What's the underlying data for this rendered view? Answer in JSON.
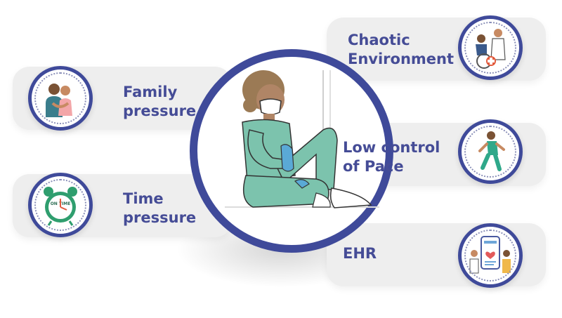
{
  "factors": [
    {
      "id": "family",
      "label": "Family\npressure",
      "icon": "family-hug-icon"
    },
    {
      "id": "time",
      "label": "Time\npressure",
      "icon": "alarm-clock-icon",
      "clock_text": "ON TIME"
    },
    {
      "id": "chaotic",
      "label": "Chaotic\nEnvironment",
      "icon": "doctor-wheelchair-icon"
    },
    {
      "id": "pace",
      "label": "Low control\nof Pace",
      "icon": "running-nurse-icon"
    },
    {
      "id": "ehr",
      "label": "EHR",
      "icon": "health-record-icon"
    }
  ],
  "center": {
    "icon": "tired-nurse-icon"
  },
  "colors": {
    "ring": "#3f4a9a",
    "label": "#454c96",
    "card": "#eeeeee",
    "scrubs": "#7cc3ad"
  }
}
